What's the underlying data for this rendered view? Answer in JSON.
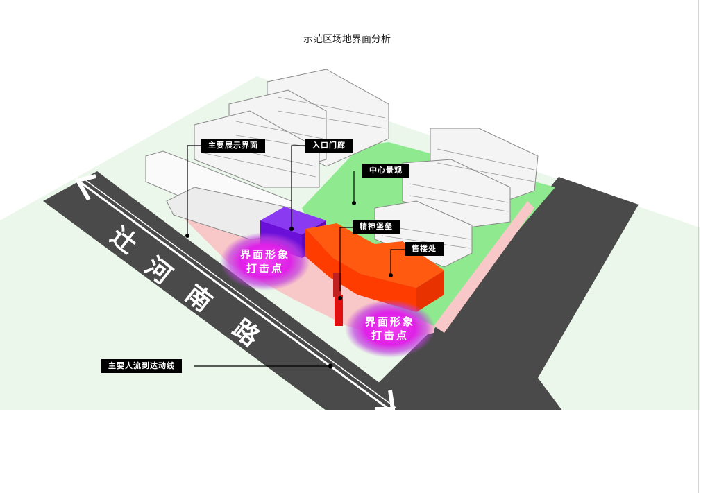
{
  "title": "示范区场地界面分析",
  "labels": {
    "main_display": "主要展示界面",
    "entrance": "入口门廊",
    "central_landscape": "中心景观",
    "spirit_fortress": "精神堡垒",
    "sales_office": "售楼处",
    "pedestrian_route": "主要人流到达动线"
  },
  "hotspots": [
    {
      "line1": "界面形象",
      "line2": "打击点"
    },
    {
      "line1": "界面形象",
      "line2": "打击点"
    }
  ],
  "road_name": [
    "辻",
    "河",
    "南",
    "路"
  ],
  "colors": {
    "background": "#eaf7ea",
    "road": "#4a4a4a",
    "green": "#8fea8f",
    "pink": "#f8c8c8",
    "purple": "#7a22e0",
    "orange": "#ff4a00",
    "magenta": "#e020e8"
  }
}
